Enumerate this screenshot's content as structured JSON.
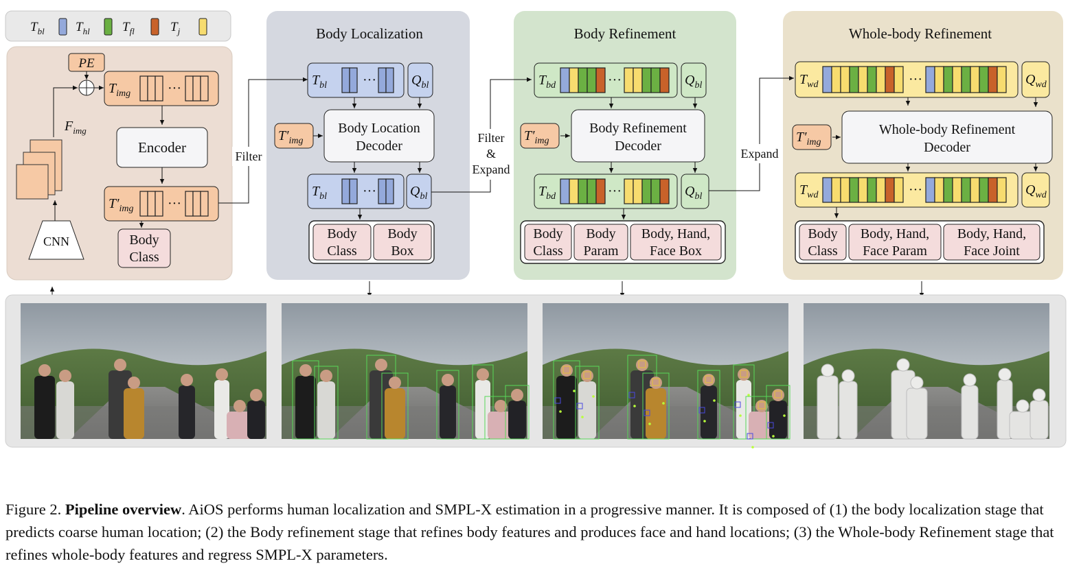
{
  "legend": {
    "items": [
      {
        "sym": "T",
        "sub": "bl",
        "color": "#94A9DB"
      },
      {
        "sym": "T",
        "sub": "hl",
        "color": "#6BB043"
      },
      {
        "sym": "T",
        "sub": "fl",
        "color": "#C8622A"
      },
      {
        "sym": "T",
        "sub": "j",
        "color": "#F7DC6F"
      }
    ]
  },
  "colors": {
    "blue": "#94A9DB",
    "green": "#6BB043",
    "orange": "#C8622A",
    "yellow": "#F7DC6F",
    "encoder_panel": "#ECDDD3",
    "loc_panel": "#D5D8E0",
    "body_panel": "#D3E4CD",
    "whole_panel": "#EAE1CB",
    "token_orange": "#F6C9A5",
    "token_blue": "#C5D2EE",
    "token_green": "#CFE8C6",
    "token_yellow": "#FBE9A0",
    "class_pink": "#F4DCDC"
  },
  "encoder": {
    "pe": "PE",
    "t_img": {
      "sym": "T",
      "sub": "img"
    },
    "f_img": {
      "sym": "F",
      "sub": "img"
    },
    "encoder": "Encoder",
    "t_img_prime": {
      "sym": "T′",
      "sub": "img"
    },
    "body_class": [
      "Body",
      "Class"
    ],
    "cnn": "CNN",
    "plus": "⊕"
  },
  "arrow_labels": {
    "filter": "Filter",
    "filter_expand": [
      "Filter",
      "&",
      "Expand"
    ],
    "expand": "Expand"
  },
  "body_localization": {
    "title": "Body Localization",
    "token_in": {
      "sym": "T",
      "sub": "bl"
    },
    "query_in": {
      "sym": "Q",
      "sub": "bl"
    },
    "img_prime": {
      "sym": "T′",
      "sub": "img"
    },
    "decoder": [
      "Body Location",
      "Decoder"
    ],
    "token_out": {
      "sym": "T",
      "sub": "bl"
    },
    "query_out": {
      "sym": "Q",
      "sub": "bl"
    },
    "outputs": [
      [
        "Body",
        "Class"
      ],
      [
        "Body",
        "Box"
      ]
    ]
  },
  "body_refinement": {
    "title": "Body Refinement",
    "token_in": {
      "sym": "T",
      "sub": "bd"
    },
    "query_in": {
      "sym": "Q",
      "sub": "bl"
    },
    "img_prime": {
      "sym": "T′",
      "sub": "img"
    },
    "decoder": [
      "Body Refinement",
      "Decoder"
    ],
    "token_out": {
      "sym": "T",
      "sub": "bd"
    },
    "query_out": {
      "sym": "Q",
      "sub": "bl"
    },
    "outputs": [
      [
        "Body",
        "Class"
      ],
      [
        "Body",
        "Param"
      ],
      [
        "Body, Hand,",
        "Face Box"
      ]
    ]
  },
  "whole_body_refinement": {
    "title": "Whole-body Refinement",
    "token_in": {
      "sym": "T",
      "sub": "wd"
    },
    "query_in": {
      "sym": "Q",
      "sub": "wd"
    },
    "img_prime": {
      "sym": "T′",
      "sub": "img"
    },
    "decoder": [
      "Whole-body Refinement",
      "Decoder"
    ],
    "token_out": {
      "sym": "T",
      "sub": "wd"
    },
    "query_out": {
      "sym": "Q",
      "sub": "wd"
    },
    "outputs": [
      [
        "Body",
        "Class"
      ],
      [
        "Body, Hand,",
        "Face Param"
      ],
      [
        "Body, Hand,",
        "Face Joint"
      ]
    ]
  },
  "ellipsis": "···",
  "caption": {
    "prefix": "Figure 2. ",
    "bold": "Pipeline overview",
    "text": ". AiOS performs human localization and SMPL-X estimation in a progressive manner. It is composed of (1) the body localization stage that predicts coarse human location; (2) the Body refinement stage that refines body features and produces face and hand locations; (3) the Whole-body Refinement stage that refines whole-body features and regress SMPL-X parameters."
  }
}
